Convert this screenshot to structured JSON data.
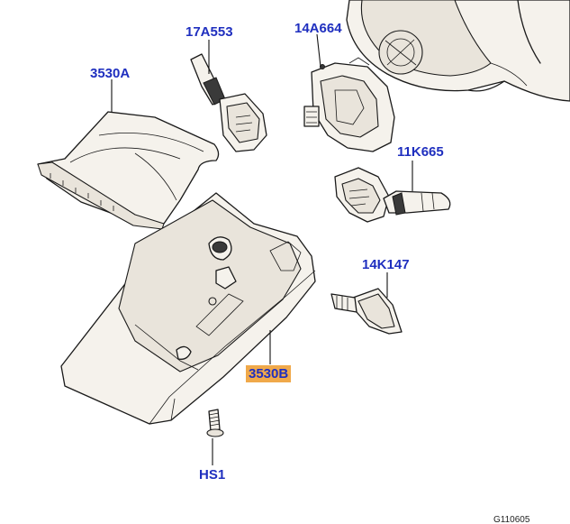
{
  "callouts": {
    "p17A553": "17A553",
    "p14A664": "14A664",
    "p3530A": "3530A",
    "p11K665": "11K665",
    "p14K147": "14K147",
    "p3530B": "3530B",
    "pHS1": "HS1"
  },
  "figure_ref": "G110605",
  "colors": {
    "callout_text": "#1f2fbf",
    "highlight": "#f0a94a"
  }
}
